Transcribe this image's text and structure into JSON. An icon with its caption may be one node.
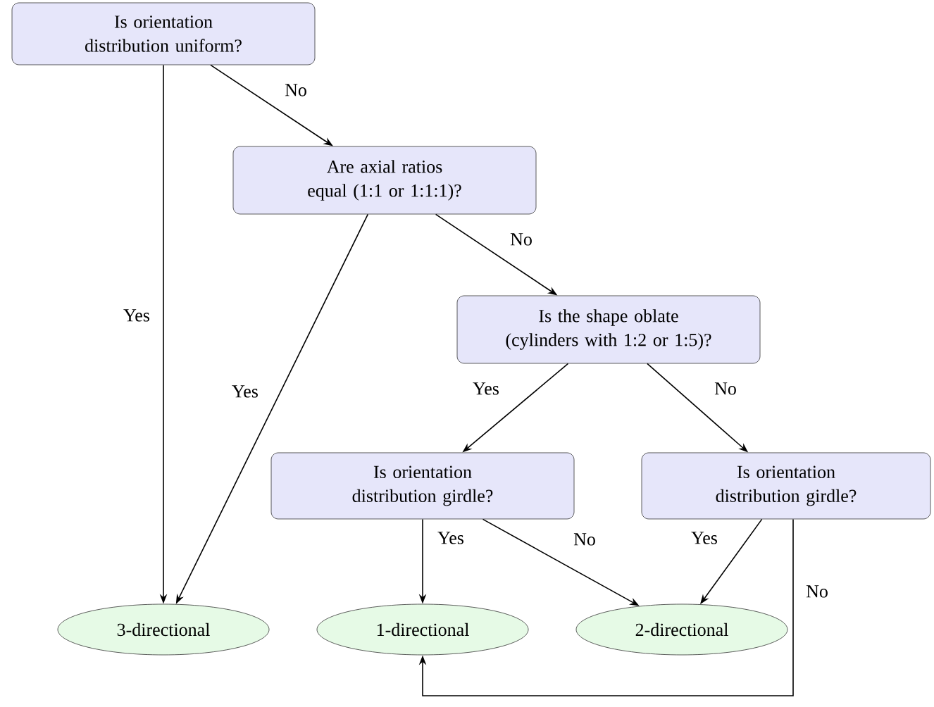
{
  "diagram": {
    "nodes": [
      {
        "text": [
          "Is orientation distribution uniform?"
        ]
      },
      {
        "text": [
          "Are axial ratios equal (1:1 or 1:1:1)?"
        ]
      },
      {
        "text": [
          "Is the shape oblate (cylinders with 1:2 or 1:5)?"
        ]
      },
      {
        "text": [
          "Is orientation distribution girdle?"
        ]
      },
      {
        "text": [
          "Is orientation distribution girdle?"
        ]
      },
      {
        "text": [
          "3-directional"
        ]
      },
      {
        "text": [
          "1-directional"
        ]
      },
      {
        "text": [
          "2-directional"
        ]
      }
    ],
    "edges": [
      {
        "from": 0,
        "to": 1,
        "arrow": "to",
        "label": "No"
      },
      {
        "from": 0,
        "to": 5,
        "arrow": "to",
        "label": "Yes"
      },
      {
        "from": 1,
        "to": 5,
        "arrow": "to",
        "label": "Yes"
      },
      {
        "from": 1,
        "to": 2,
        "arrow": "to",
        "label": "No"
      },
      {
        "from": 2,
        "to": 3,
        "arrow": "to",
        "label": "Yes"
      },
      {
        "from": 2,
        "to": 4,
        "arrow": "to",
        "label": "No"
      },
      {
        "from": 3,
        "to": 6,
        "arrow": "to",
        "label": "Yes"
      },
      {
        "from": 3,
        "to": 7,
        "arrow": "to",
        "label": "No"
      },
      {
        "from": 4,
        "to": 7,
        "arrow": "to",
        "label": "Yes"
      },
      {
        "from": 4,
        "to": 6,
        "arrow": "to",
        "label": "No"
      }
    ]
  }
}
